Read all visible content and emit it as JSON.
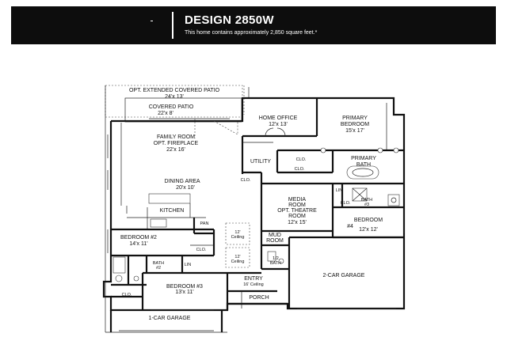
{
  "header": {
    "title": "DESIGN 2850W",
    "subtitle": "This home contains approximately 2,850 square feet.*"
  },
  "rooms": {
    "ext_patio_name": "OPT. EXTENDED COVERED PATIO",
    "ext_patio_dim": "24'x 13'",
    "patio_name": "COVERED PATIO",
    "patio_dim": "22'x 8'",
    "family_name": "FAMILY ROOM",
    "family_opt": "OPT. FIREPLACE",
    "family_dim": "22'x 16'",
    "dining_name": "DINING AREA",
    "dining_dim": "20'x 10'",
    "kitchen_name": "KITCHEN",
    "office_name": "HOME OFFICE",
    "office_dim": "12'x 13'",
    "primary_bed_name": "PRIMARY",
    "primary_bed_name2": "BEDROOM",
    "primary_bed_dim": "15'x 17'",
    "utility_name": "UTILITY",
    "clo_label": "CLO.",
    "primary_bath_name": "PRIMARY",
    "primary_bath_name2": "BATH",
    "lin_label": "LIN",
    "bath3_name": "BATH",
    "bath3_num": "#3",
    "media_name": "MEDIA",
    "media_name2": "ROOM",
    "media_opt": "OPT. THEATRE",
    "media_name3": "ROOM",
    "media_dim": "12'x 15'",
    "bed4_name": "BEDROOM",
    "bed4_num": "#4",
    "bed4_dim": "12'x 12'",
    "pan_label": "PAN",
    "ceiling_12": "12'",
    "ceiling_word": "Ceiling",
    "mud_name": "MUD",
    "mud_name2": "ROOM",
    "bed2_name": "BEDROOM #2",
    "bed2_dim": "14'x 11'",
    "bath2_name": "BATH",
    "bath2_num": "#2",
    "half_bath_num": "1/2",
    "half_bath_name": "BATH",
    "entry_name": "ENTRY",
    "entry_ceiling": "16' Ceiling",
    "garage2_name": "2-CAR GARAGE",
    "bed3_name": "BEDROOM #3",
    "bed3_dim": "13'x 11'",
    "porch_name": "PORCH",
    "garage1_name": "1-CAR GARAGE"
  }
}
